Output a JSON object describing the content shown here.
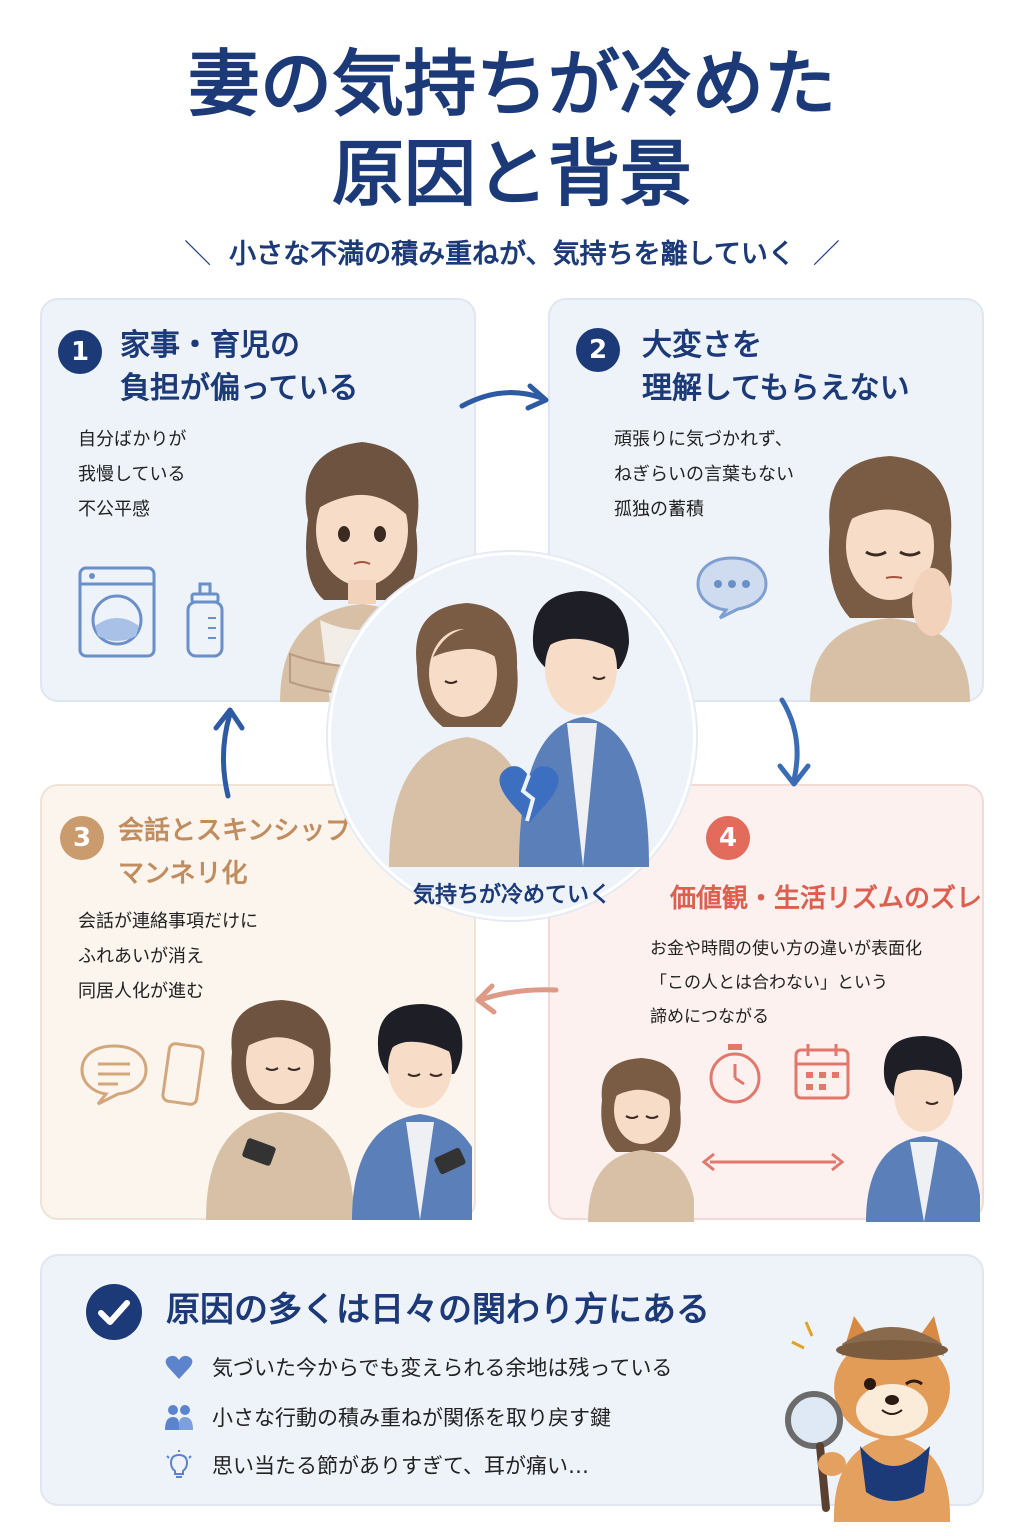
{
  "title": {
    "line1": "妻の気持ちが冷めた",
    "line2": "原因と背景"
  },
  "subtitle": {
    "left_mark": "＼",
    "text": "小さな不満の積み重ねが、気持ちを離していく",
    "right_mark": "／"
  },
  "cards": [
    {
      "number": "1",
      "heading": [
        "家事・育児の",
        "負担が偏っている"
      ],
      "desc": [
        "自分ばかりが",
        "我慢している",
        "不公平感"
      ]
    },
    {
      "number": "2",
      "heading": [
        "大変さを",
        "理解してもらえない"
      ],
      "desc": [
        "頑張りに気づかれず、",
        "ねぎらいの言葉もない",
        "孤独の蓄積"
      ]
    },
    {
      "number": "3",
      "heading": [
        "会話とスキンシップ",
        "マンネリ化"
      ],
      "desc": [
        "会話が連絡事項だけに",
        "ふれあいが消え",
        "同居人化が進む"
      ]
    },
    {
      "number": "4",
      "heading": [
        "価値観・生活リズムのズレ"
      ],
      "desc": [
        "お金や時間の使い方の違いが表面化",
        "「この人とは合わない」という",
        "諦めにつながる"
      ]
    }
  ],
  "center": {
    "text": "気持ちが冷めていく"
  },
  "summary": {
    "title": "原因の多くは日々の関わり方にある",
    "items": [
      {
        "icon": "heart-icon",
        "text": "気づいた今からでも変えられる余地は残っている"
      },
      {
        "icon": "people-icon",
        "text": "小さな行動の積み重ねが関係を取り戻す鍵"
      },
      {
        "icon": "lightbulb-icon",
        "text": "思い当たる節がありすぎて、耳が痛い…"
      }
    ]
  },
  "colors": {
    "navy": "#1c3a78",
    "tan": "#c99b6d",
    "red": "#e26b5c",
    "card_blue": "#eef3fa",
    "card_beige": "#fbf5ee",
    "card_pink": "#fdf1ef"
  }
}
